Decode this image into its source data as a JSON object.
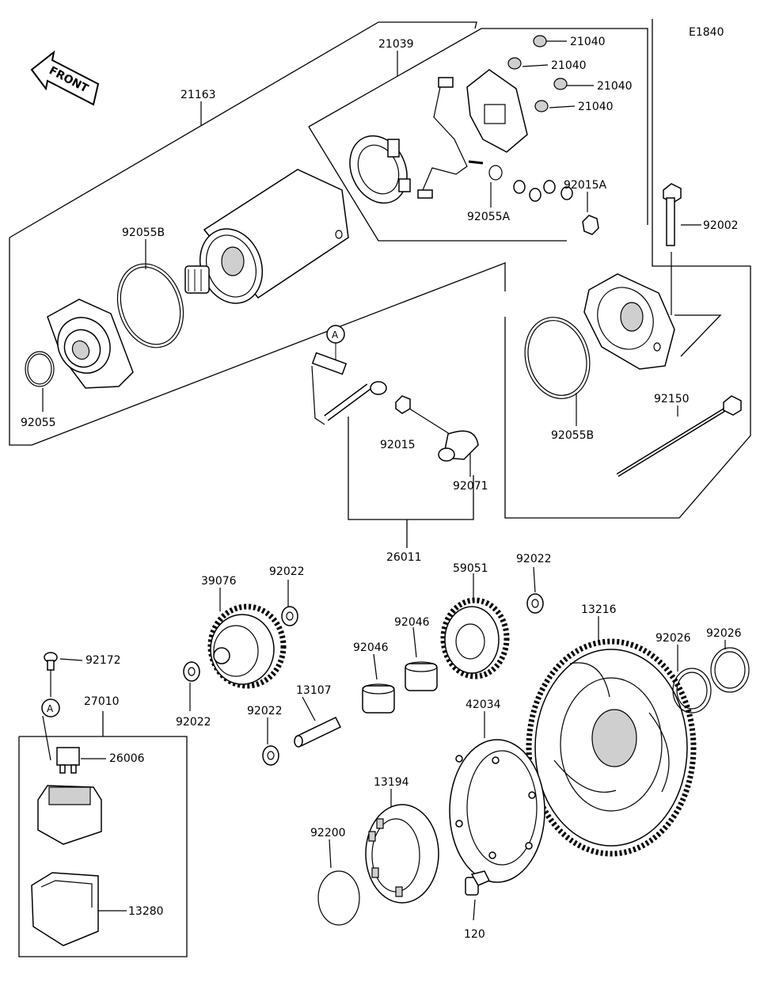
{
  "diagram_code": "E1840",
  "front_label": "FRONT",
  "callouts": {
    "c21163": "21163",
    "c21039": "21039",
    "c21040a": "21040",
    "c21040b": "21040",
    "c21040c": "21040",
    "c21040d": "21040",
    "c92055B_top": "92055B",
    "c92055A": "92055A",
    "c92015A": "92015A",
    "c92002": "92002",
    "c92055": "92055",
    "c92015": "92015",
    "c92071": "92071",
    "c26011": "26011",
    "c92055B_right": "92055B",
    "c92150": "92150",
    "c39076": "39076",
    "c92022a": "92022",
    "c92022b": "92022",
    "c92022c": "92022",
    "c92022d": "92022",
    "c59051": "59051",
    "c92046a": "92046",
    "c92046b": "92046",
    "c13216": "13216",
    "c92026a": "92026",
    "c92026b": "92026",
    "c92172": "92172",
    "c27010": "27010",
    "c26006": "26006",
    "c13107": "13107",
    "c42034": "42034",
    "c13194": "13194",
    "c92200": "92200",
    "c120": "120",
    "c13280": "13280"
  },
  "ref_markers": {
    "a_top": "A",
    "a_bottom": "A"
  }
}
